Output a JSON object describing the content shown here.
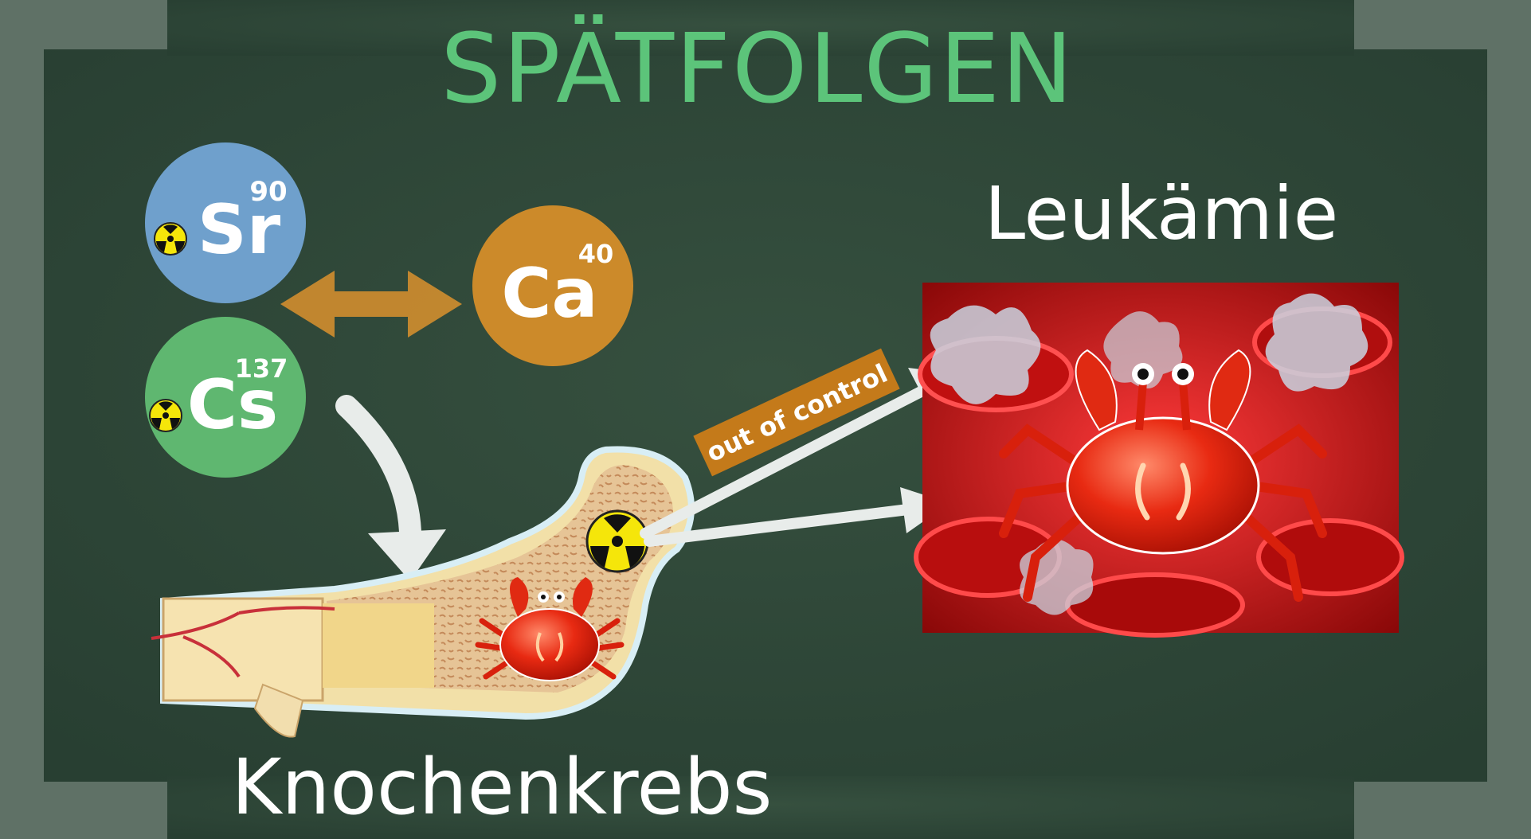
{
  "title": "SPÄTFOLGEN",
  "elements": [
    {
      "symbol": "Sr",
      "mass": "90",
      "color": "#6fa0cc",
      "radioactive": true
    },
    {
      "symbol": "Cs",
      "mass": "137",
      "color": "#5fb770",
      "radioactive": true
    },
    {
      "symbol": "Ca",
      "mass": "40",
      "color": "#cc8a2a",
      "radioactive": false
    }
  ],
  "labels": {
    "leukemia": "Leukämie",
    "bone_cancer": "Knochenkrebs",
    "out_of_control": "out of control"
  },
  "colors": {
    "board": "#2f4a3c",
    "frame": "#5f7166",
    "title": "#5cc47a",
    "exchange_arrow": "#c98a2e",
    "blood": "#d21a1a",
    "crab": "#e02a12"
  },
  "icons": [
    "radiation-icon",
    "crab-icon",
    "double-arrow-icon",
    "white-arrow-icon"
  ]
}
